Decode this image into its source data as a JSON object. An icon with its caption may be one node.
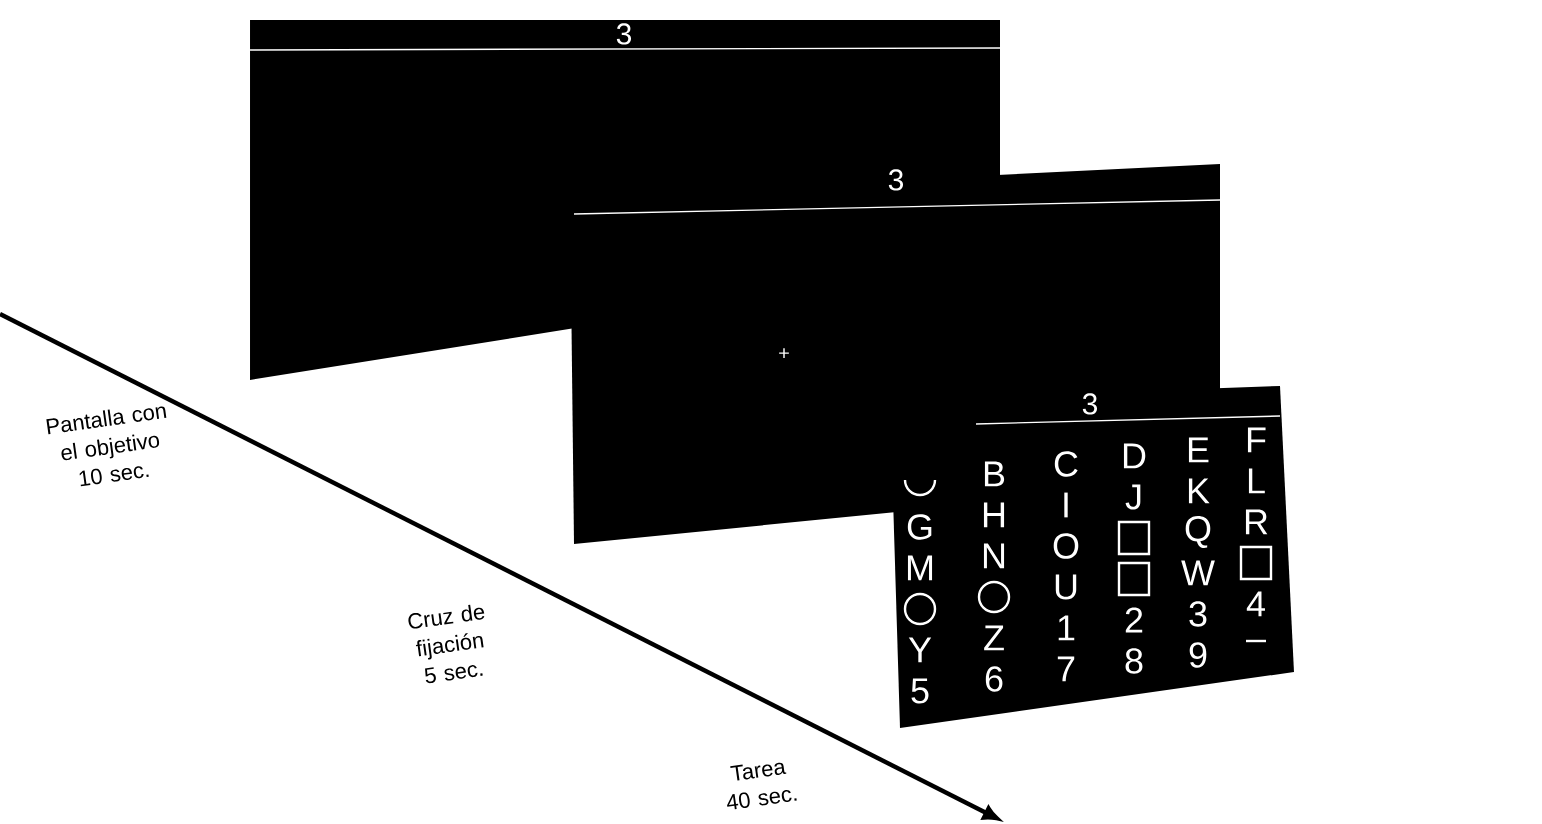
{
  "diagram": {
    "nodes": [
      {
        "text": [
          "3"
        ]
      },
      {
        "text": [
          "3",
          "+"
        ]
      },
      {
        "text": [
          "3",
          "B",
          "C",
          "D",
          "E",
          "F",
          "G",
          "H",
          "I",
          "J",
          "K",
          "L",
          "M",
          "N",
          "O",
          "Q",
          "R",
          "U",
          "W",
          "Y",
          "Z",
          "1",
          "2",
          "3",
          "4",
          "5",
          "6",
          "7",
          "8",
          "9",
          "–"
        ]
      }
    ],
    "labels": [
      "Pantalla con el objetivo 10 sec.",
      "Cruz de fijación 5 sec.",
      "Tarea 40 sec."
    ]
  }
}
